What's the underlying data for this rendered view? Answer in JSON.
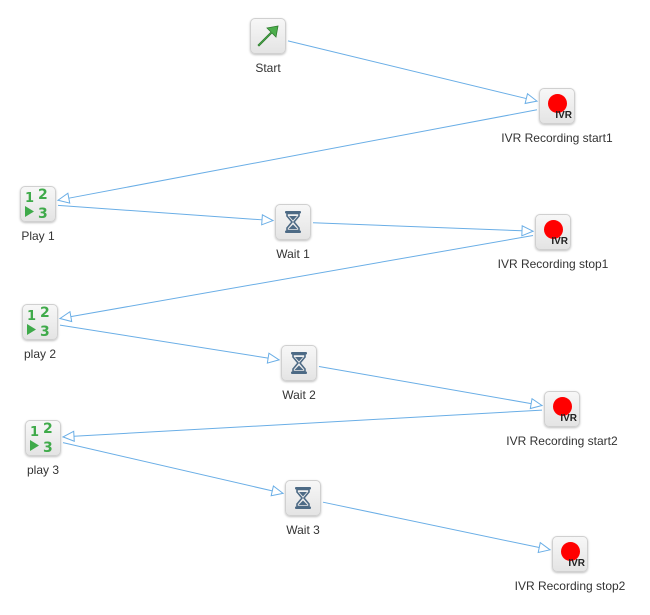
{
  "colors": {
    "edge": "#6aaee6",
    "start_arrow": "#4cae4c",
    "play_icon": "#3faa4a",
    "wait_icon": "#4d6a85",
    "record_dot": "#ff0000"
  },
  "nodes": [
    {
      "id": "start",
      "type": "start",
      "icon": "start-arrow-icon",
      "label": "Start"
    },
    {
      "id": "rec_start1",
      "type": "ivr",
      "icon": "ivr-record-icon",
      "icon_text": "IVR",
      "label": "IVR Recording start1"
    },
    {
      "id": "play1",
      "type": "play",
      "icon": "play-123-icon",
      "label": "Play 1"
    },
    {
      "id": "wait1",
      "type": "wait",
      "icon": "hourglass-icon",
      "label": "Wait 1"
    },
    {
      "id": "rec_stop1",
      "type": "ivr",
      "icon": "ivr-record-icon",
      "icon_text": "IVR",
      "label": "IVR Recording stop1"
    },
    {
      "id": "play2",
      "type": "play",
      "icon": "play-123-icon",
      "label": "play 2"
    },
    {
      "id": "wait2",
      "type": "wait",
      "icon": "hourglass-icon",
      "label": "Wait 2"
    },
    {
      "id": "rec_start2",
      "type": "ivr",
      "icon": "ivr-record-icon",
      "icon_text": "IVR",
      "label": "IVR Recording start2"
    },
    {
      "id": "play3",
      "type": "play",
      "icon": "play-123-icon",
      "label": "play 3"
    },
    {
      "id": "wait3",
      "type": "wait",
      "icon": "hourglass-icon",
      "label": "Wait 3"
    },
    {
      "id": "rec_stop2",
      "type": "ivr",
      "icon": "ivr-record-icon",
      "icon_text": "IVR",
      "label": "IVR Recording stop2"
    }
  ],
  "edges": [
    {
      "from": "start",
      "to": "rec_start1"
    },
    {
      "from": "rec_start1",
      "to": "play1"
    },
    {
      "from": "play1",
      "to": "wait1"
    },
    {
      "from": "wait1",
      "to": "rec_stop1"
    },
    {
      "from": "rec_stop1",
      "to": "play2"
    },
    {
      "from": "play2",
      "to": "wait2"
    },
    {
      "from": "wait2",
      "to": "rec_start2"
    },
    {
      "from": "rec_start2",
      "to": "play3"
    },
    {
      "from": "play3",
      "to": "wait3"
    },
    {
      "from": "wait3",
      "to": "rec_stop2"
    }
  ]
}
